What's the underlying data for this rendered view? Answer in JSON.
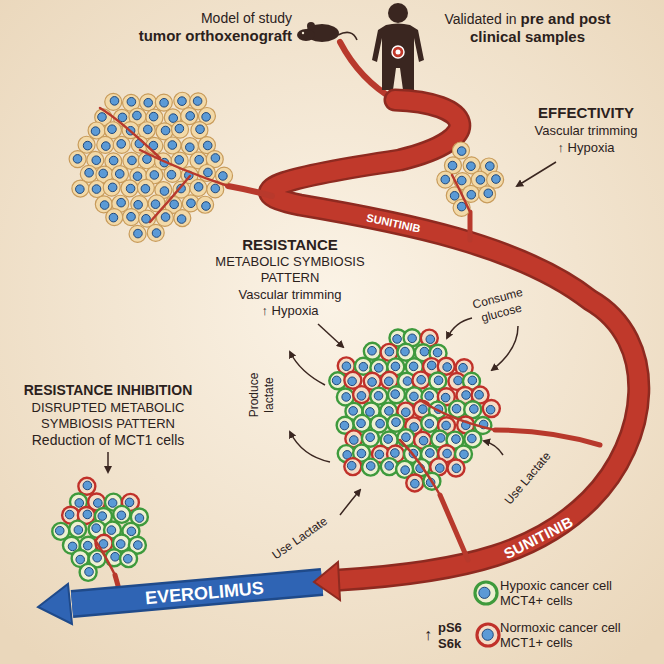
{
  "diagram": {
    "labels": [
      "Model of study",
      "tumor orthoxenograft",
      "Validated in",
      "pre and post clinical samples",
      "EFFECTIVITY",
      "Vascular trimming",
      "↑ Hypoxia",
      "SUNITINIB",
      "RESISTANCE",
      "METABOLIC SYMBIOSIS PATTERN",
      "Vascular trimming",
      "↑ Hypoxia",
      "Consume glucose",
      "Produce lactate",
      "Use Lactate",
      "Use Lactate",
      "SUNITINIB",
      "RESISTANCE INHIBITION",
      "DISRUPTED METABOLIC SYMBIOSIS PATTERN",
      "Reduction of MCT1 cells",
      "EVEROLIMUS",
      "↑",
      "pS6 S6k"
    ],
    "legend": [
      {
        "text": "Hypoxic cancer cell MCT4+ cells"
      },
      {
        "text": "Normoxic cancer cell MCT1+ cells"
      }
    ]
  }
}
